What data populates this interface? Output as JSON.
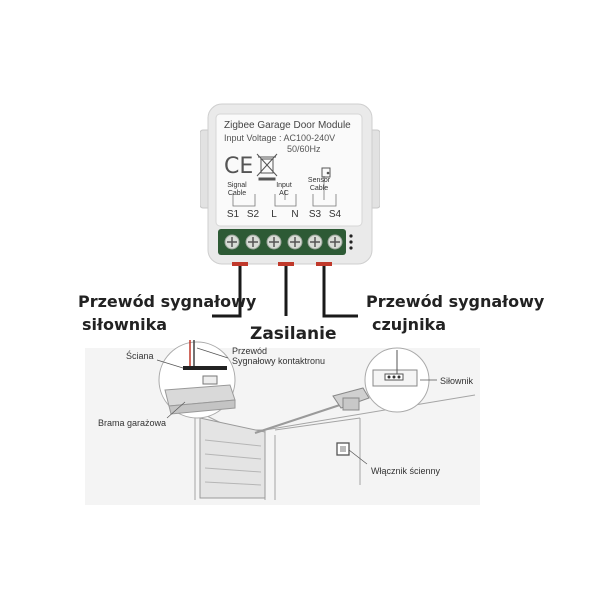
{
  "module": {
    "title": "Zigbee Garage Door Module",
    "voltage_line1": "Input Voltage : AC100-240V",
    "voltage_line2": "50/60Hz",
    "ce_mark": "CE",
    "groups": {
      "signal": [
        "Signal",
        "Cable"
      ],
      "input": [
        "Input",
        "AC"
      ],
      "sensor": [
        "Sensor",
        "Cable"
      ]
    },
    "terminals": [
      "S1",
      "S2",
      "L",
      "N",
      "S3",
      "S4"
    ]
  },
  "callouts": {
    "left_line1": "Przewód sygnałowy",
    "left_line2": "siłownika",
    "center": "Zasilanie",
    "right_line1": "Przewód sygnałowy",
    "right_line2": "czujnika"
  },
  "scene": {
    "wall": "Ściana",
    "contact_wire_line1": "Przewód",
    "contact_wire_line2": "Sygnałowy kontaktronu",
    "garage_gate": "Brama garażowa",
    "opener": "Siłownik",
    "wall_switch": "Włącznik ścienny"
  },
  "colors": {
    "terminal_block": "#2d5a35",
    "terminal_screw": "#d8dcd6",
    "wire": "#1a1a1a",
    "wire_tip": "#c0392b",
    "module_body": "#e9e9e9",
    "module_label": "#fafafa",
    "scene_line": "#9a9a9a",
    "scene_fill": "#eeeeee"
  }
}
